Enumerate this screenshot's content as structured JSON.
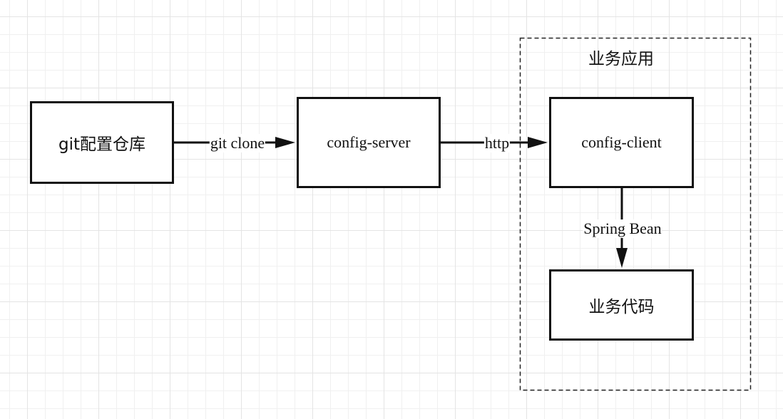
{
  "container": {
    "label": "业务应用"
  },
  "nodes": {
    "git_repo": "git配置仓库",
    "config_server": "config-server",
    "config_client": "config-client",
    "business_code": "业务代码"
  },
  "edges": {
    "git_clone": "git clone",
    "http": "http",
    "spring_bean": "Spring Bean"
  }
}
